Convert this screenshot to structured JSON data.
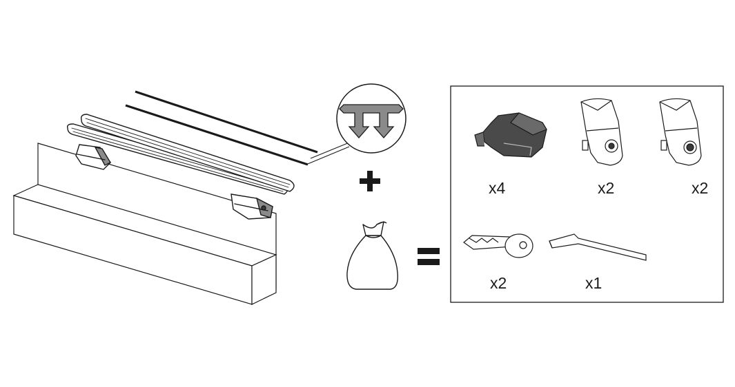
{
  "parts_box": {
    "items": [
      {
        "name": "foot-cover-icon",
        "quantity": "x4"
      },
      {
        "name": "end-cap-icon",
        "quantity": "x2"
      },
      {
        "name": "lock-cap-icon",
        "quantity": "x2"
      },
      {
        "name": "key-icon",
        "quantity": "x2"
      },
      {
        "name": "allen-key-icon",
        "quantity": "x1"
      }
    ]
  },
  "symbols": {
    "plus": "+",
    "equals": "="
  },
  "colors": {
    "line": "#1a1a1a",
    "fill": "#ffffff",
    "dark": "#3a3a3a",
    "mid": "#8a8a8a"
  }
}
